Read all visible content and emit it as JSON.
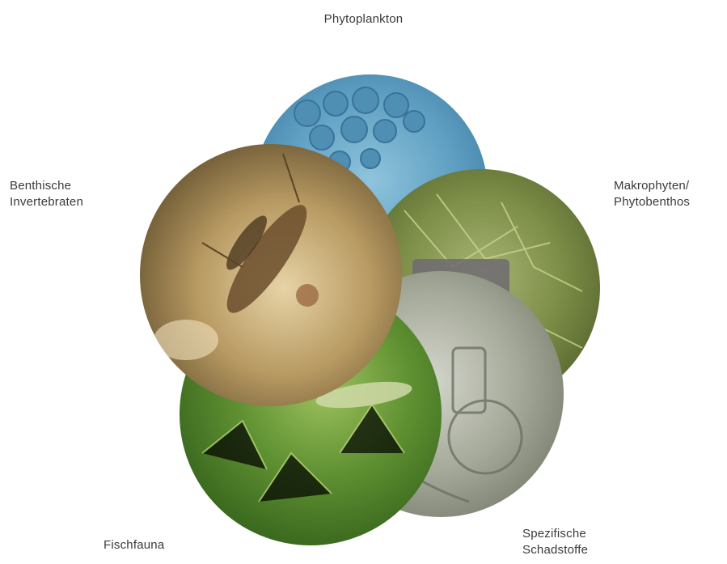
{
  "diagram": {
    "labels": {
      "phytoplankton": [
        "Phytoplankton"
      ],
      "benthic": [
        "Benthische",
        "Invertebraten"
      ],
      "macrophytes": [
        "Makrophyten/",
        "Phytobenthos"
      ],
      "pollutants": [
        "Spezifische",
        "Schadstoffe"
      ],
      "fish": [
        "Fischfauna"
      ]
    },
    "circles": [
      {
        "name": "phytoplankton-circle",
        "depicts": "plankton-image",
        "color": "#6fa8c8"
      },
      {
        "name": "macrophytes-circle",
        "depicts": "aquatic-plants-image",
        "color": "#8a9a5a"
      },
      {
        "name": "pollutants-circle",
        "depicts": "lab-glassware-image",
        "color": "#9ea295"
      },
      {
        "name": "fish-circle",
        "depicts": "fish-in-plants-image",
        "color": "#6a9a3a"
      },
      {
        "name": "benthic-circle",
        "depicts": "insect-larva-image",
        "color": "#b59a68"
      }
    ]
  }
}
